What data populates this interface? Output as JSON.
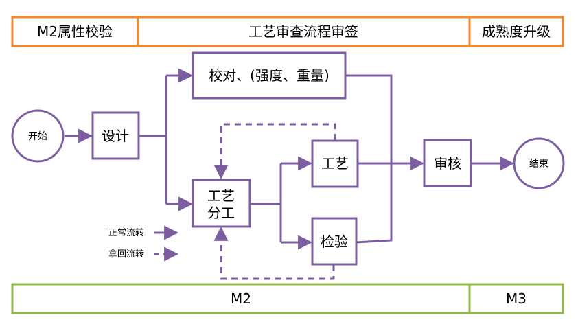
{
  "colors": {
    "orange": "#f08a2e",
    "green": "#93b84c",
    "purple": "#7c5ea0",
    "text": "#000000"
  },
  "top_stages": [
    {
      "label": "M2属性校验"
    },
    {
      "label": "工艺审查流程审签"
    },
    {
      "label": "成熟度升级"
    }
  ],
  "bottom_stages": [
    {
      "label": "M2"
    },
    {
      "label": "M3"
    }
  ],
  "nodes": {
    "start": "开始",
    "design": "设计",
    "check": "校对、(强度、重量)",
    "craft_assign_line1": "工艺",
    "craft_assign_line2": "分工",
    "craft": "工艺",
    "inspect": "检验",
    "review": "审核",
    "end": "结束"
  },
  "legend": {
    "normal": "正常流转",
    "return": "拿回流转"
  }
}
